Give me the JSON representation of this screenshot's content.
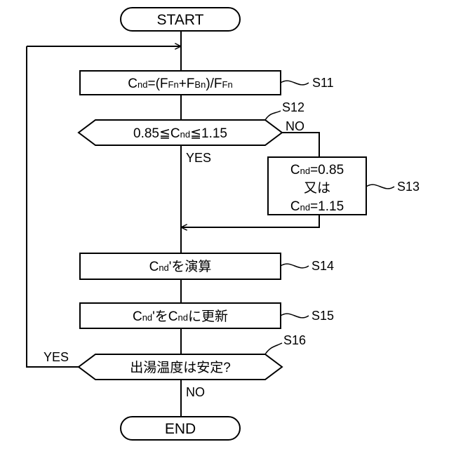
{
  "terminals": {
    "start": "START",
    "end": "END"
  },
  "steps": {
    "s11": {
      "id": "S11",
      "parts": [
        "C",
        "nd",
        "=(F",
        "Fn",
        "+F",
        "Bn",
        ")/F",
        "Fn"
      ]
    },
    "s12": {
      "id": "S12",
      "parts": [
        "0.85≦C",
        "nd",
        "≦1.15"
      ]
    },
    "s13": {
      "id": "S13",
      "line1": [
        "C",
        "nd",
        "=0.85"
      ],
      "line2": "又は",
      "line3": [
        "C",
        "nd",
        "=1.15"
      ]
    },
    "s14": {
      "id": "S14",
      "parts": [
        "C",
        "nd",
        "'を演算"
      ]
    },
    "s15": {
      "id": "S15",
      "parts": [
        "C",
        "nd",
        "'をC",
        "nd",
        "に更新"
      ]
    },
    "s16": {
      "id": "S16",
      "text": "出湯温度は安定?"
    }
  },
  "branch_labels": {
    "s12_no": "NO",
    "s12_yes": "YES",
    "s16_yes": "YES",
    "s16_no": "NO"
  }
}
